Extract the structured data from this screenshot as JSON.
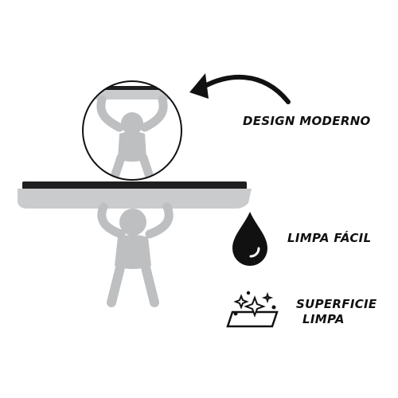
{
  "features": {
    "design": {
      "label": "DESIGN MODERNO",
      "icon": "curved-arrow-icon"
    },
    "easy_clean": {
      "label": "LIMPA FÁCIL",
      "icon": "water-drop-icon"
    },
    "clean_surface": {
      "line1": "SUPERFICIE",
      "line2": "LIMPA",
      "icon": "sparkle-surface-icon"
    }
  },
  "colors": {
    "product_gray": "#bdbfc1",
    "blade_black": "#1f1f1f",
    "text": "#111111",
    "background": "#ffffff"
  }
}
